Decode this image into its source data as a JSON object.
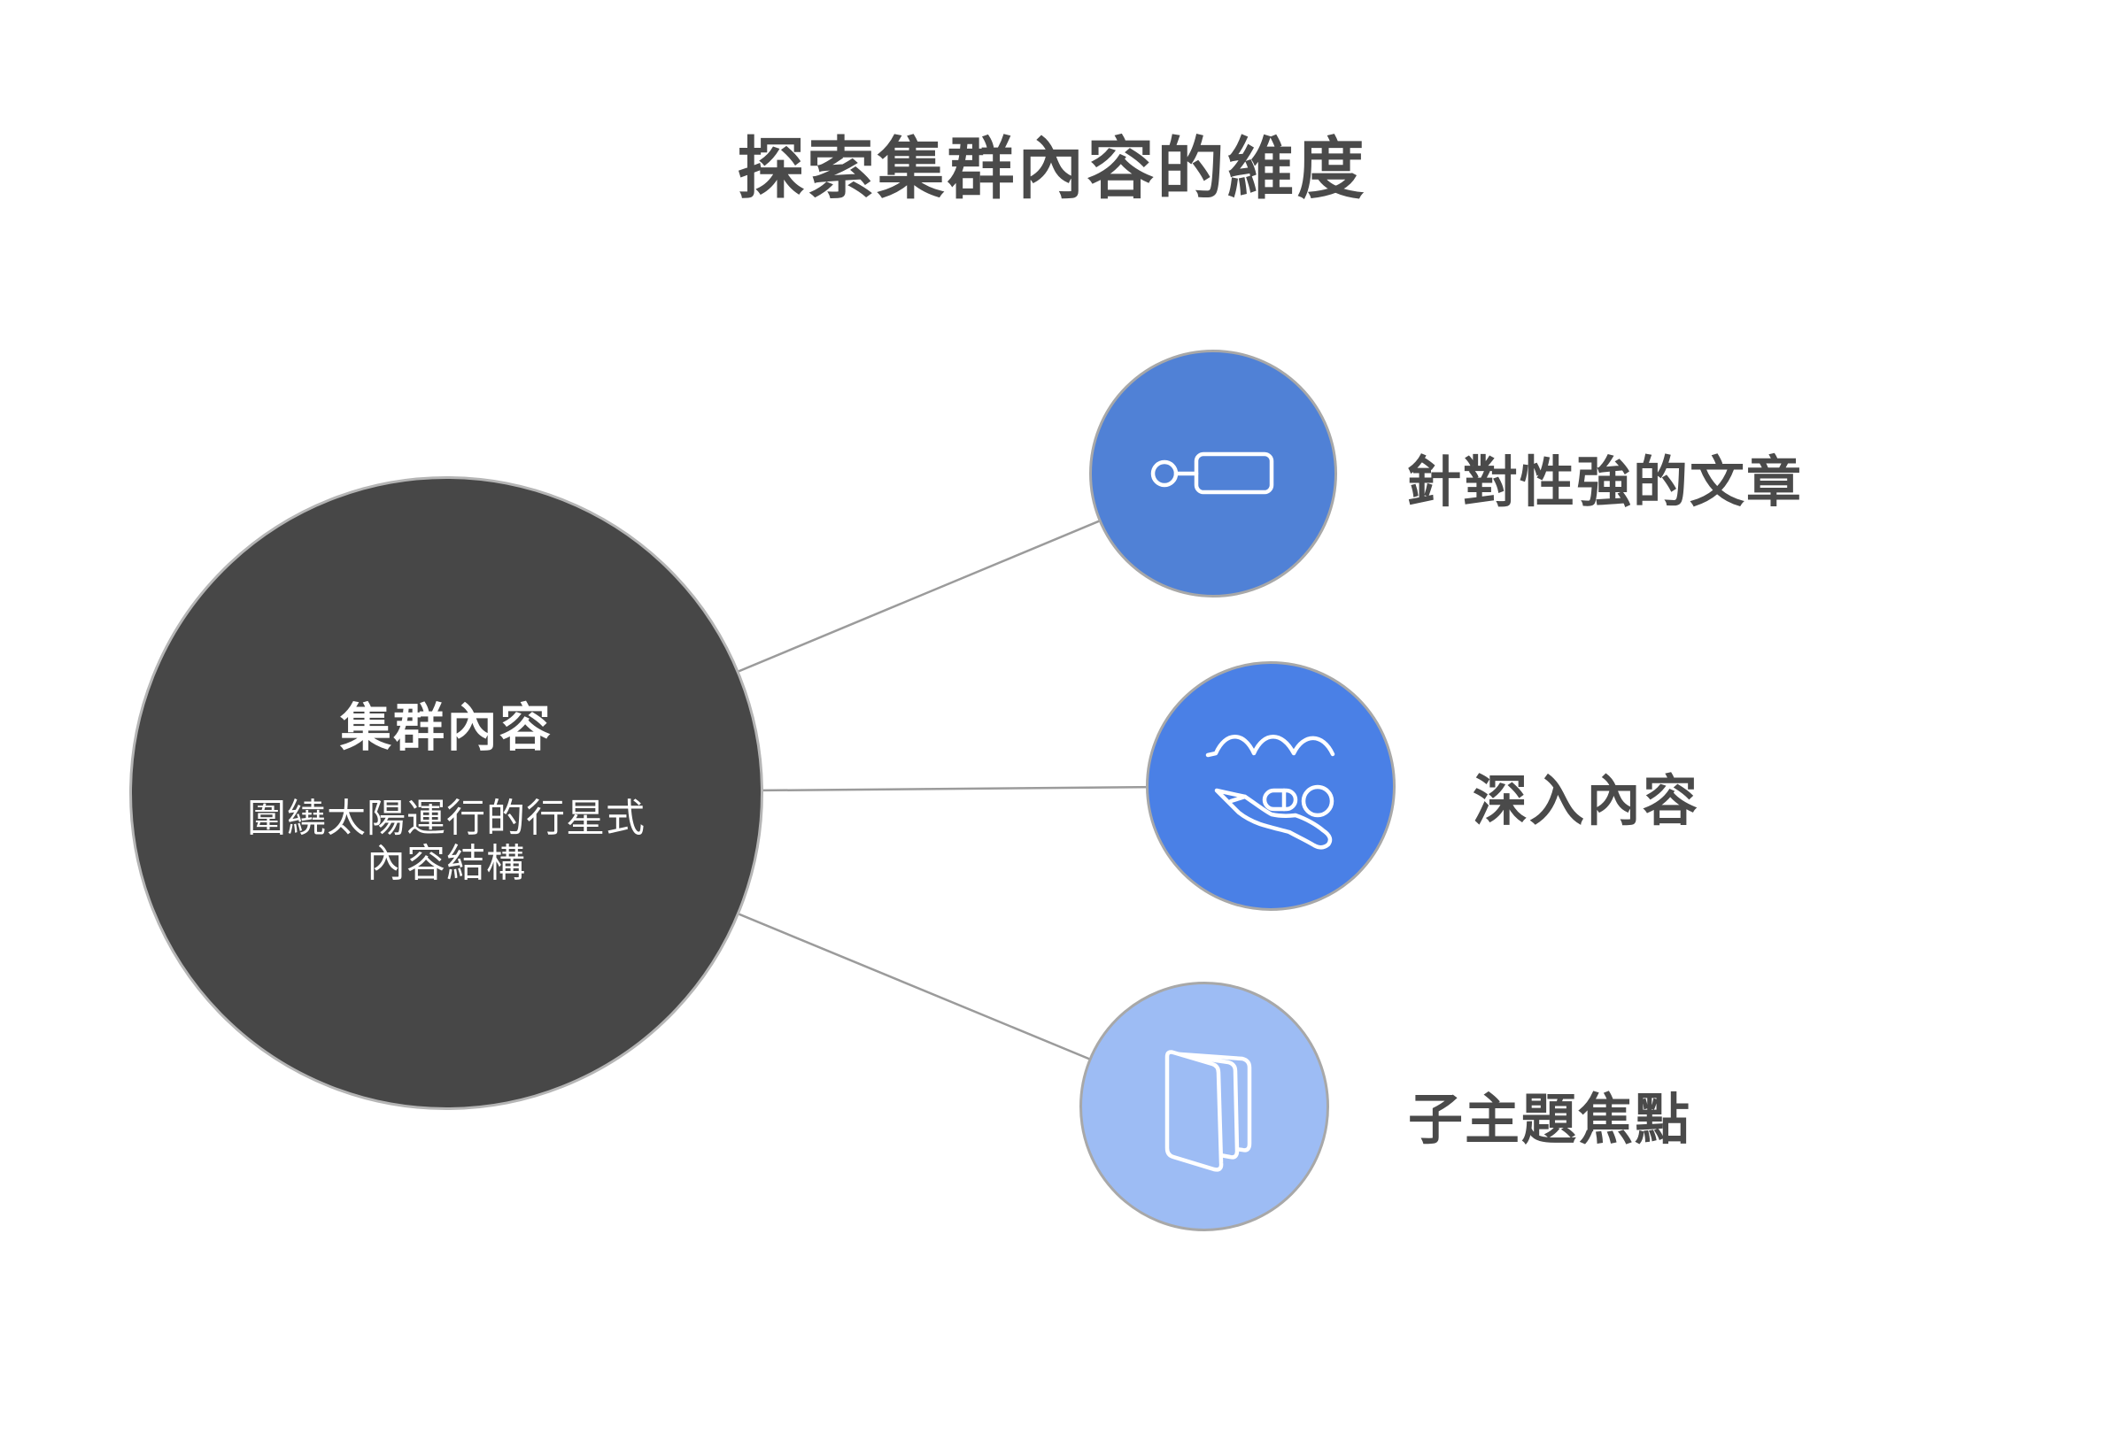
{
  "title": "探索集群內容的維度",
  "hub": {
    "heading": "集群內容",
    "subtitle_line1": "圍繞太陽運行的行星式",
    "subtitle_line2": "內容結構"
  },
  "nodes": [
    {
      "label": "針對性強的文章",
      "icon": "tag-icon",
      "color": "#5081d6"
    },
    {
      "label": "深入內容",
      "icon": "diver-icon",
      "color": "#4a80e6"
    },
    {
      "label": "子主題焦點",
      "icon": "book-icon",
      "color": "#9dbcf4"
    }
  ],
  "colors": {
    "background": "#ffffff",
    "title_text": "#4a4a4a",
    "label_text": "#4a4a4a",
    "hub_fill": "#474747",
    "hub_border": "#b5b5b5",
    "hub_text": "#ffffff",
    "node_border": "#a8a8a8",
    "connector": "#9b9b9b",
    "icon_stroke": "#ffffff"
  }
}
